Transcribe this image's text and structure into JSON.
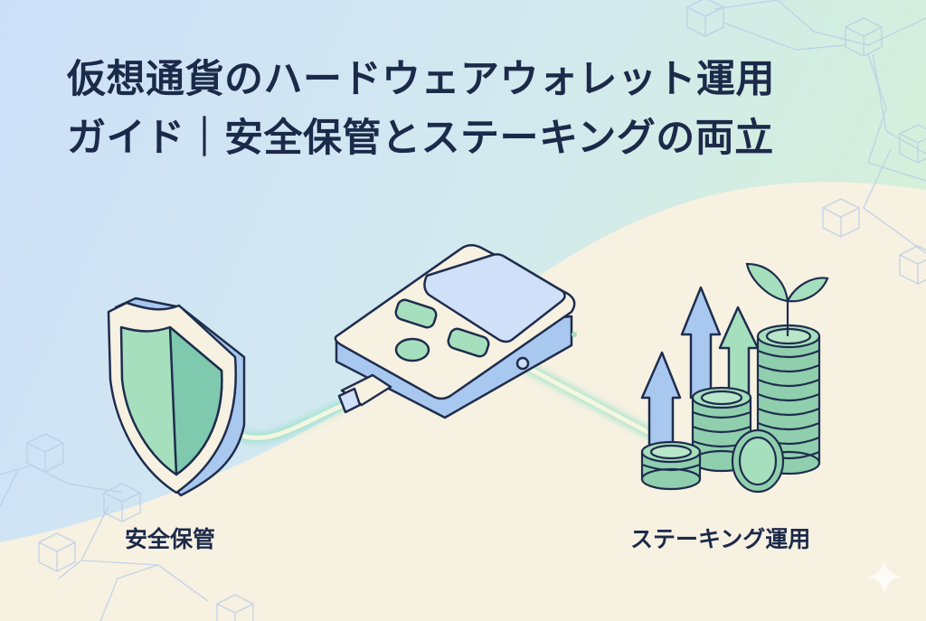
{
  "title": {
    "line1": "仮想通貨のハードウェアウォレット運用",
    "line2": "ガイド｜安全保管とステーキングの両立"
  },
  "illustration": {
    "left": {
      "icon": "shield-icon",
      "label": "安全保管"
    },
    "center": {
      "icon": "hardware-wallet-icon"
    },
    "right": {
      "icon": "coin-stacks-growth-icon",
      "label": "ステーキング運用"
    },
    "decor": [
      "blockchain-network-icon",
      "sparkle-icon"
    ]
  },
  "colors": {
    "title_text": "#1c2a4a",
    "bg_blue": "#cfe2f7",
    "bg_green": "#d3efdc",
    "cream": "#f7f1e2",
    "accent_green": "#8fd3ad",
    "accent_blue": "#a9c8ef",
    "outline": "#1f2d4d"
  }
}
